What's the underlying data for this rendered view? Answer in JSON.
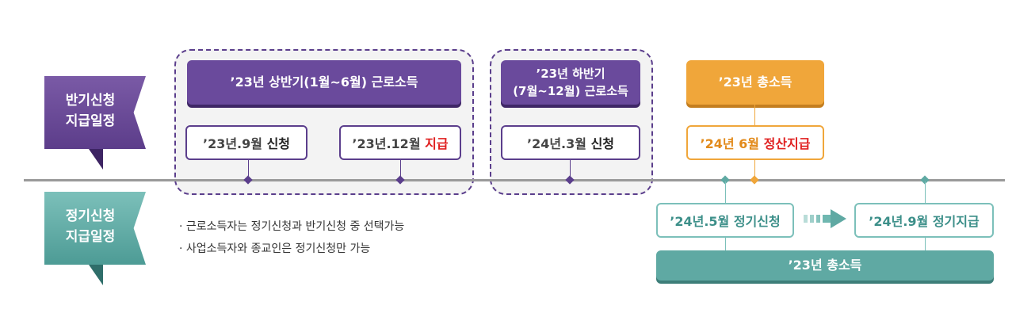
{
  "ribbons": {
    "half": {
      "label": "반기신청\n지급일정",
      "color": "#5c3d8a"
    },
    "regular": {
      "label": "정기신청\n지급일정",
      "color": "#4d9b95"
    }
  },
  "half_year": {
    "first": {
      "title": "’23년 상반기(1월~6월) 근로소득",
      "apply": {
        "date": "’23년.9월",
        "action": "신청"
      },
      "pay": {
        "date": "’23년.12월",
        "action": "지급"
      }
    },
    "second": {
      "title": "’23년 하반기\n(7월~12월) 근로소득",
      "apply": {
        "date": "’24년.3월",
        "action": "신청"
      }
    }
  },
  "total_income_top": {
    "title": "’23년 총소득",
    "settle": {
      "date": "’24년 6월",
      "action": "정산지급"
    }
  },
  "regular": {
    "apply": "’24년.5월 정기신청",
    "pay": "’24년.9월 정기지급",
    "income": "’23년 총소득"
  },
  "notes": [
    "· 근로소득자는 정기신청과 반기신청 중 선택가능",
    "· 사업소득자와 종교인은 정기신청만 가능"
  ],
  "colors": {
    "purple": "#6a4a9c",
    "orange": "#f0a63a",
    "teal": "#5fa9a3",
    "red": "#e02020",
    "timeline": "#9a9a9a"
  }
}
